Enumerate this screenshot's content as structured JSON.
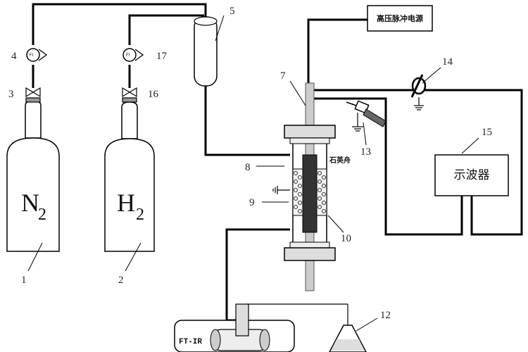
{
  "gases": {
    "n2_base": "N",
    "n2_sub": "2",
    "h2_base": "H",
    "h2_sub": "2"
  },
  "labels": {
    "hv_supply": "高压脉冲电源",
    "oscilloscope": "示波器",
    "quartz_tube": "石英舟",
    "ftir": "FT-IR",
    "flow_meter_tag": "FI"
  },
  "callouts": {
    "c1": "1",
    "c2": "2",
    "c3": "3",
    "c4": "4",
    "c5": "5",
    "c7": "7",
    "c8": "8",
    "c9": "9",
    "c10": "10",
    "c12": "12",
    "c13": "13",
    "c14": "14",
    "c15": "15",
    "c16": "16",
    "c17": "17"
  }
}
